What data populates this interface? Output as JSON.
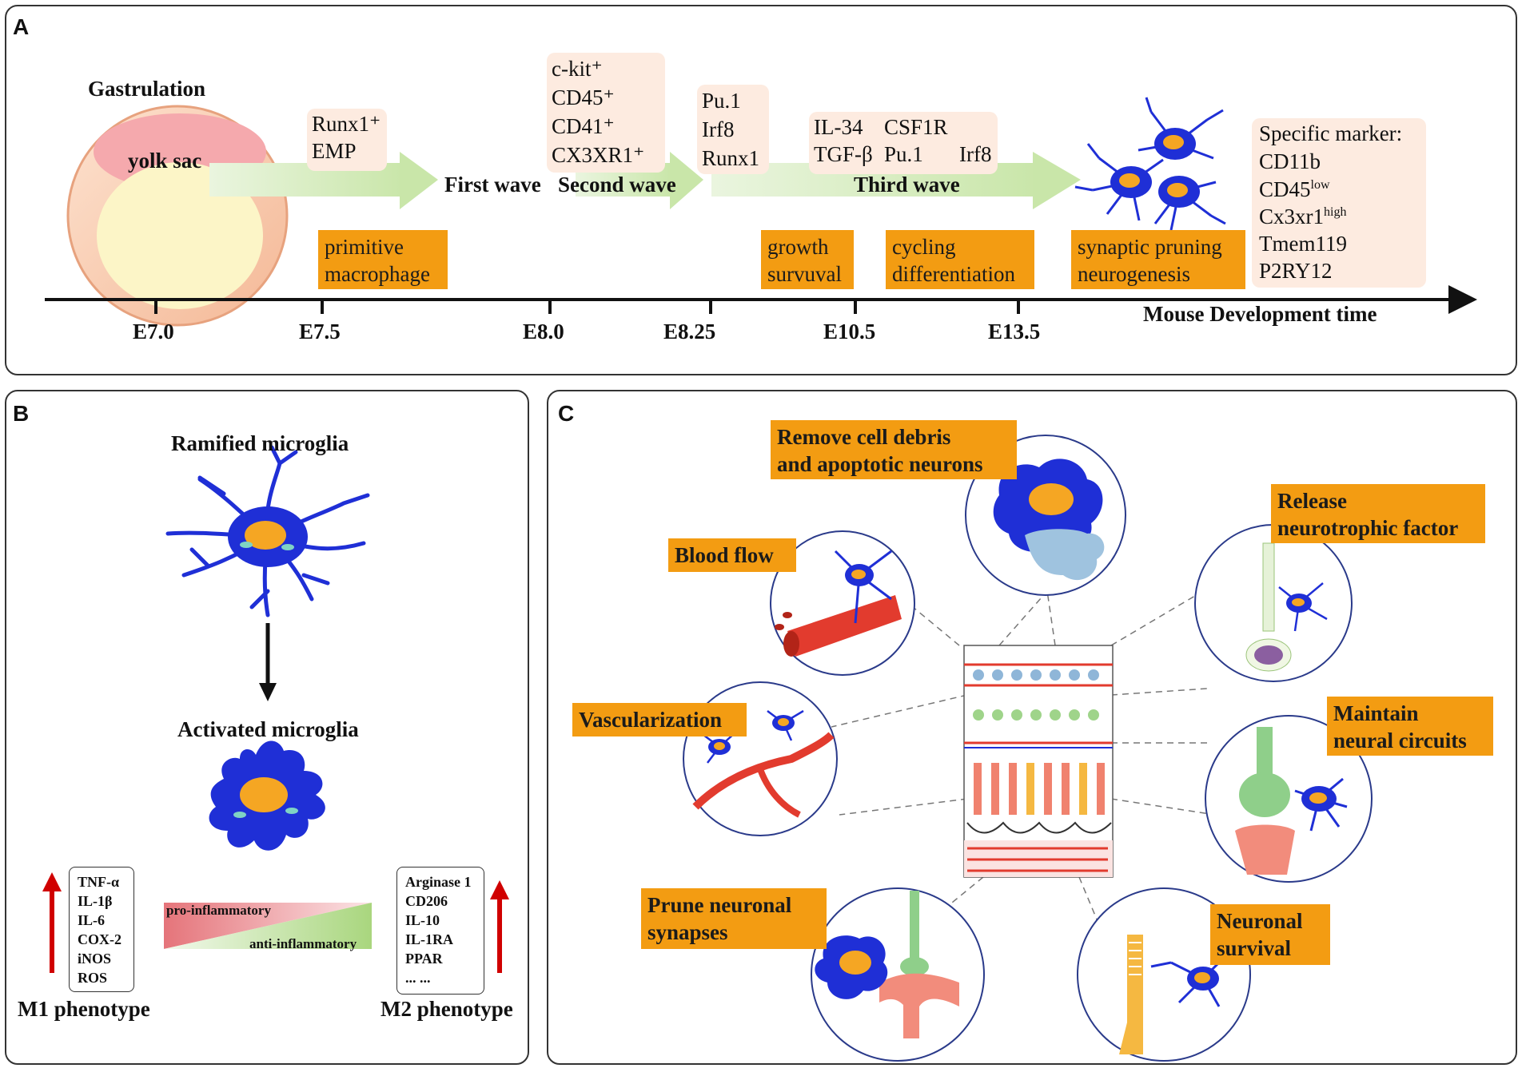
{
  "panels": {
    "a": "A",
    "b": "B",
    "c": "C"
  },
  "panelA": {
    "gastrulation": "Gastrulation",
    "yolk_sac": "yolk sac",
    "markers_1": [
      "Runx1⁺",
      "EMP"
    ],
    "markers_2": [
      "c-kit⁺",
      "CD45⁺",
      "CD41⁺",
      "CX3XR1⁺"
    ],
    "markers_3": [
      "Pu.1",
      "Irf8",
      "Runx1"
    ],
    "markers_4_row1": [
      "IL-34",
      "CSF1R"
    ],
    "markers_4_row2": [
      "TGF-β",
      "Pu.1",
      "Irf8"
    ],
    "specific_marker": [
      "Specific marker:",
      "CD11b",
      "CD45",
      "low",
      "Cx3xr1",
      "high",
      "Tmem119",
      "P2RY12"
    ],
    "waves": {
      "first": "First wave",
      "second": "Second wave",
      "third": "Third wave"
    },
    "orange_boxes": [
      [
        "primitive",
        "macrophage"
      ],
      [
        "growth",
        "survuval"
      ],
      [
        "cycling",
        "differentiation"
      ],
      [
        "synaptic pruning",
        "neurogenesis"
      ]
    ],
    "axis_title": "Mouse Development time",
    "ticks": [
      "E7.0",
      "E7.5",
      "E8.0",
      "E8.25",
      "E10.5",
      "E13.5"
    ]
  },
  "panelB": {
    "ramified": "Ramified microglia",
    "activated": "Activated microglia",
    "m1_cytokines": [
      "TNF-α",
      "IL-1β",
      "IL-6",
      "COX-2",
      "iNOS",
      "ROS"
    ],
    "m2_cytokines": [
      "Arginase 1",
      "CD206",
      "IL-10",
      "IL-1RA",
      "PPAR",
      "... ..."
    ],
    "pro": "pro-inflammatory",
    "anti": "anti-inflammatory",
    "m1": "M1 phenotype",
    "m2": "M2 phenotype"
  },
  "panelC": {
    "remove_debris": [
      "Remove cell debris",
      "and apoptotic neurons"
    ],
    "release": [
      "Release",
      "neurotrophic factor"
    ],
    "blood_flow": [
      "Blood flow"
    ],
    "vascularization": [
      "Vascularization"
    ],
    "maintain": [
      "Maintain",
      "neural circuits"
    ],
    "prune": [
      "Prune neuronal",
      "synapses"
    ],
    "survival": [
      "Neuronal",
      "survival"
    ]
  },
  "colors": {
    "orange": "#f39c12",
    "arrow_green": "#cfe9b4",
    "marker_bg": "#fdebe0",
    "microglia_blue": "#1f2fd6",
    "nucleus": "#f5a623",
    "vessel_red": "#e23b2e",
    "red_arrow": "#d00000"
  }
}
